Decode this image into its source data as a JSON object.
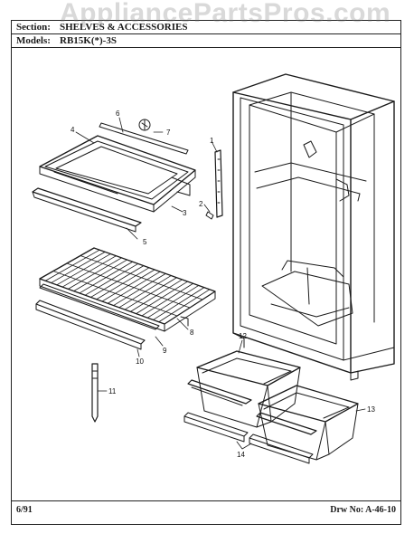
{
  "header": {
    "section_label": "Section:",
    "section_value": "SHELVES & ACCESSORIES",
    "models_label": "Models:",
    "models_value": "RB15K(*)-3S"
  },
  "watermark": "AppliancePartsPros.com",
  "footer": {
    "date": "6/91",
    "drawing_number": "Drw No: A-46-10"
  },
  "callouts": [
    "1",
    "2",
    "3",
    "4",
    "5",
    "6",
    "7",
    "8",
    "9",
    "10",
    "11",
    "12",
    "13",
    "14"
  ],
  "colors": {
    "line": "#1a1a1a",
    "watermark": "#787878",
    "background": "#ffffff"
  }
}
